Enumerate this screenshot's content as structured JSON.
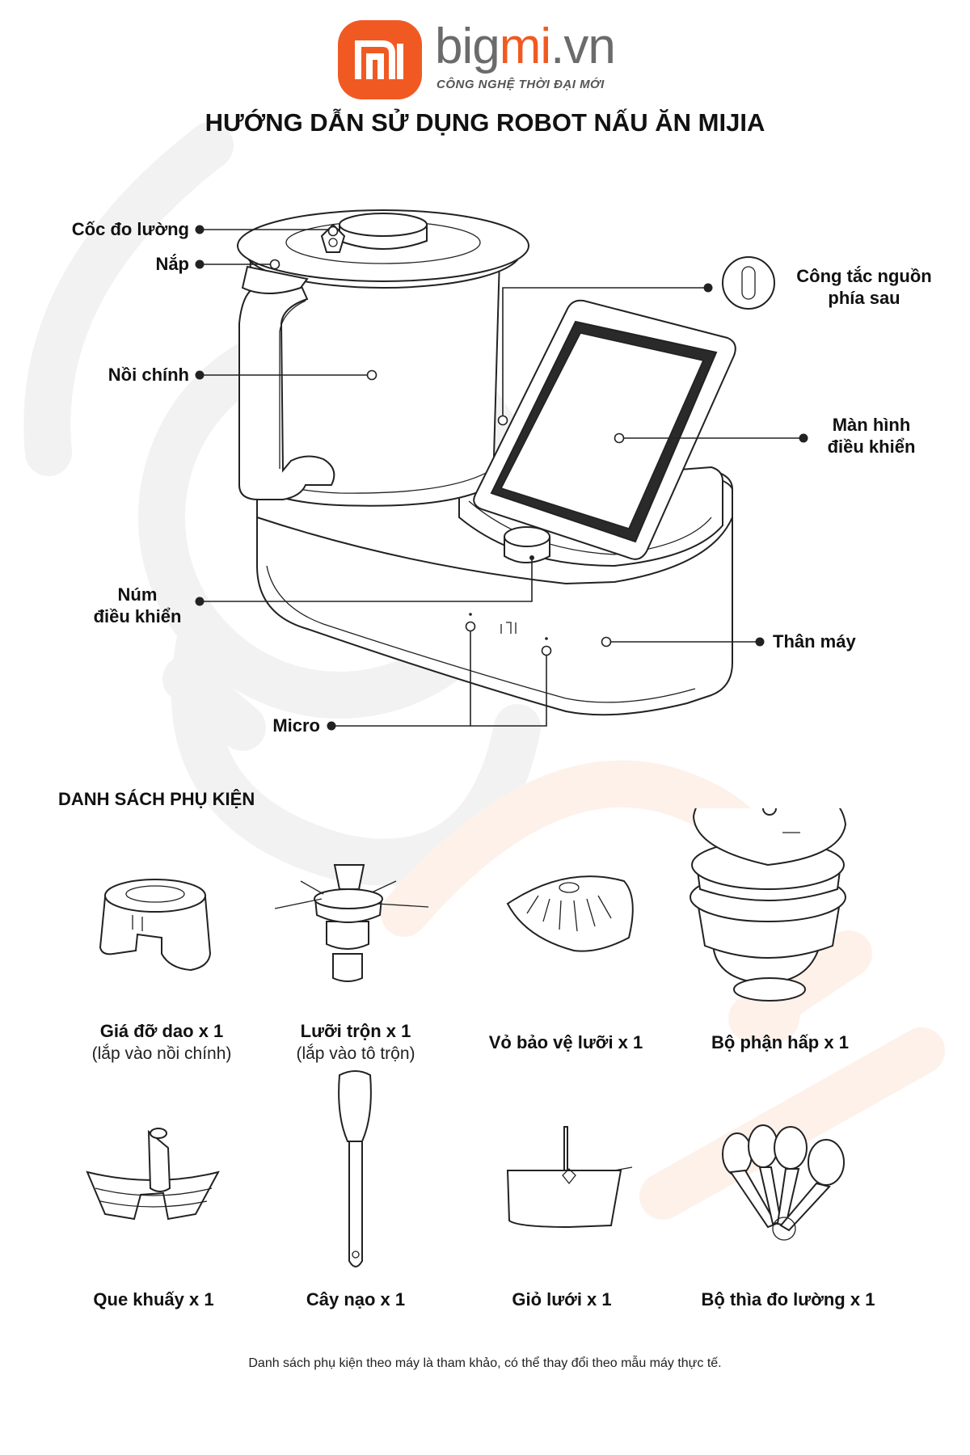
{
  "brand": {
    "name_part1": "big",
    "name_part2": "mi",
    "name_part3": ".vn",
    "tagline": "CÔNG NGHỆ THỜI ĐẠI MỚI",
    "logo_mark": "mi",
    "accent_color": "#f05a22"
  },
  "title": "HƯỚNG DẪN SỬ DỤNG ROBOT NẤU ĂN MIJIA",
  "diagram_labels": {
    "measuring_cup": "Cốc đo lường",
    "lid": "Nắp",
    "main_pot": "Nồi chính",
    "control_knob_line1": "Núm",
    "control_knob_line2": "điều khiển",
    "microphone": "Micro",
    "power_switch_line1": "Công tắc nguồn",
    "power_switch_line2": "phía sau",
    "screen_line1": "Màn hình",
    "screen_line2": "điều khiển",
    "body": "Thân máy"
  },
  "accessories": {
    "section_title": "DANH SÁCH PHỤ KIỆN",
    "items": [
      {
        "name": "Giá đỡ dao x 1",
        "note": "(lắp vào nồi chính)",
        "icon": "blade-holder-icon"
      },
      {
        "name": "Lưỡi trộn x 1",
        "note": "(lắp vào tô trộn)",
        "icon": "mixing-blade-icon"
      },
      {
        "name": "Vỏ bảo vệ lưỡi x 1",
        "note": "",
        "icon": "blade-guard-icon"
      },
      {
        "name": "Bộ phận hấp x 1",
        "note": "",
        "icon": "steamer-icon"
      },
      {
        "name": "Que khuấy x 1",
        "note": "",
        "icon": "stirring-stick-icon"
      },
      {
        "name": "Cây nạo x 1",
        "note": "",
        "icon": "spatula-icon"
      },
      {
        "name": "Giỏ lưới x 1",
        "note": "",
        "icon": "mesh-basket-icon"
      },
      {
        "name": "Bộ thìa đo lường x 1",
        "note": "",
        "icon": "measuring-spoons-icon"
      }
    ]
  },
  "footnote": "Danh sách phụ kiện theo máy là tham khảo, có thể thay đổi theo mẫu máy thực tế."
}
